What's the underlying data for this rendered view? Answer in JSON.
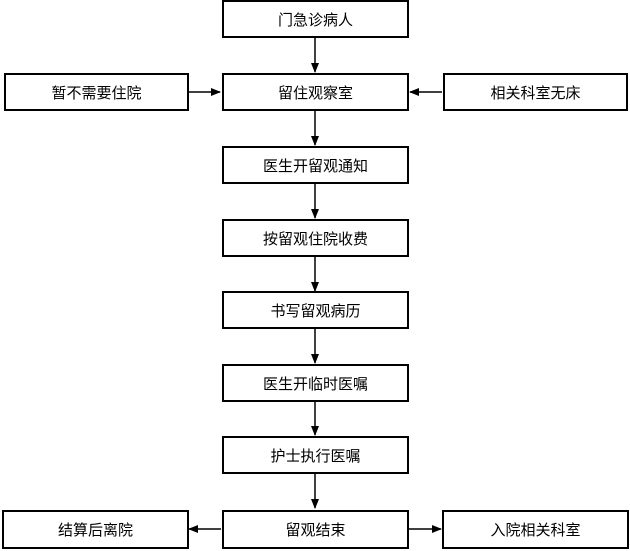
{
  "nodes": {
    "outpatient_emergency": "门急诊病人",
    "no_admission_needed": "暂不需要住院",
    "observation_room": "留住观察室",
    "no_bed_in_dept": "相关科室无床",
    "doctor_issues_notice": "医生开留观通知",
    "charge_by_inpatient": "按留观住院收费",
    "write_records": "书写留观病历",
    "doctor_temp_orders": "医生开临时医嘱",
    "nurse_executes": "护士执行医嘱",
    "observation_end": "留观结束",
    "settle_and_leave": "结算后离院",
    "admit_to_dept": "入院相关科室"
  }
}
